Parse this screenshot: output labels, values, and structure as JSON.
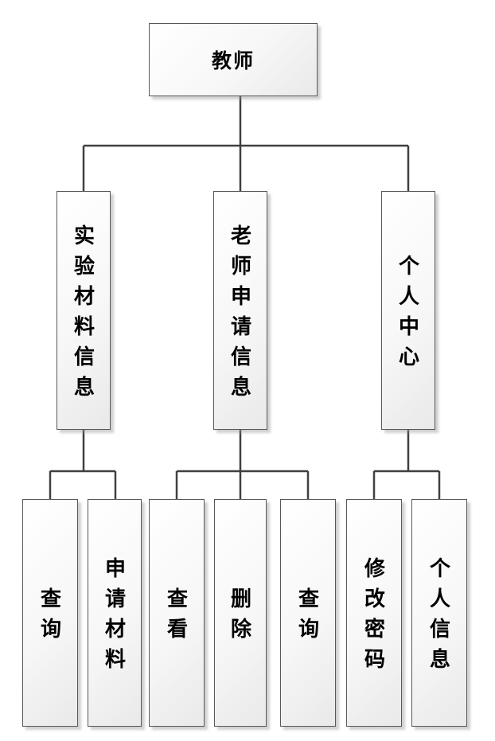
{
  "diagram": {
    "type": "hierarchy-tree",
    "root": {
      "label": "教师"
    },
    "branches": [
      {
        "label": "实验材料信息",
        "children": [
          {
            "label": "查询"
          },
          {
            "label": "申请材料"
          }
        ]
      },
      {
        "label": "老师申请信息",
        "children": [
          {
            "label": "查看"
          },
          {
            "label": "删除"
          },
          {
            "label": "查询"
          }
        ]
      },
      {
        "label": "个人中心",
        "children": [
          {
            "label": "修改密码"
          },
          {
            "label": "个人信息"
          }
        ]
      }
    ],
    "colors": {
      "line": "#404040",
      "node_border": "#58585a",
      "node_fill_top": "#ffffff",
      "node_fill_bottom": "#e9e9e9",
      "text": "#000000",
      "background": "#ffffff"
    }
  }
}
